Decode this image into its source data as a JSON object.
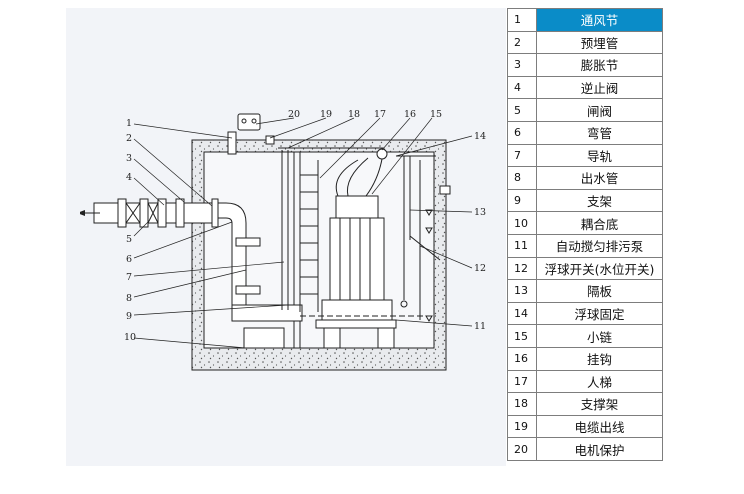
{
  "callouts": [
    "1",
    "2",
    "3",
    "4",
    "5",
    "6",
    "7",
    "8",
    "9",
    "10",
    "11",
    "12",
    "13",
    "14",
    "15",
    "16",
    "17",
    "18",
    "19",
    "20"
  ],
  "legend": {
    "selected_index": 0,
    "rows": [
      {
        "num": "1",
        "name": "通风节"
      },
      {
        "num": "2",
        "name": "预埋管"
      },
      {
        "num": "3",
        "name": "膨胀节"
      },
      {
        "num": "4",
        "name": "逆止阀"
      },
      {
        "num": "5",
        "name": "闸阀"
      },
      {
        "num": "6",
        "name": "弯管"
      },
      {
        "num": "7",
        "name": "导轨"
      },
      {
        "num": "8",
        "name": "出水管"
      },
      {
        "num": "9",
        "name": "支架"
      },
      {
        "num": "10",
        "name": "耦合底"
      },
      {
        "num": "11",
        "name": "自动搅匀排污泵"
      },
      {
        "num": "12",
        "name": "浮球开关(水位开关)"
      },
      {
        "num": "13",
        "name": "隔板"
      },
      {
        "num": "14",
        "name": "浮球固定"
      },
      {
        "num": "15",
        "name": "小链"
      },
      {
        "num": "16",
        "name": "挂钩"
      },
      {
        "num": "17",
        "name": "人梯"
      },
      {
        "num": "18",
        "name": "支撑架"
      },
      {
        "num": "19",
        "name": "电缆出线"
      },
      {
        "num": "20",
        "name": "电机保护"
      }
    ]
  }
}
